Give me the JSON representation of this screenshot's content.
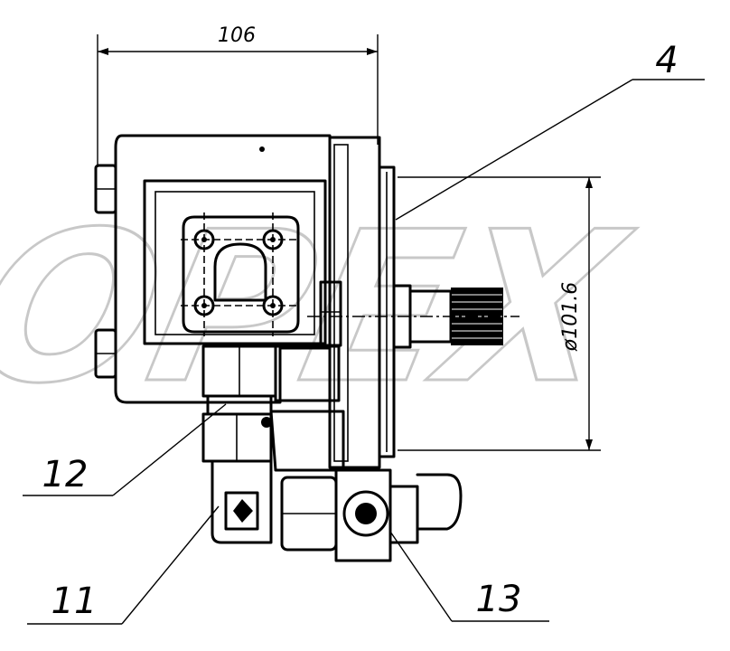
{
  "dimensions": {
    "width_label": "106",
    "diameter_label": "ø101.6"
  },
  "callouts": {
    "part_4": "4",
    "part_11": "11",
    "part_12": "12",
    "part_13": "13"
  },
  "watermark": {
    "text": "OPEX"
  },
  "colors": {
    "line": "#000000",
    "watermark": "#c8c8c8",
    "background": "#ffffff"
  }
}
